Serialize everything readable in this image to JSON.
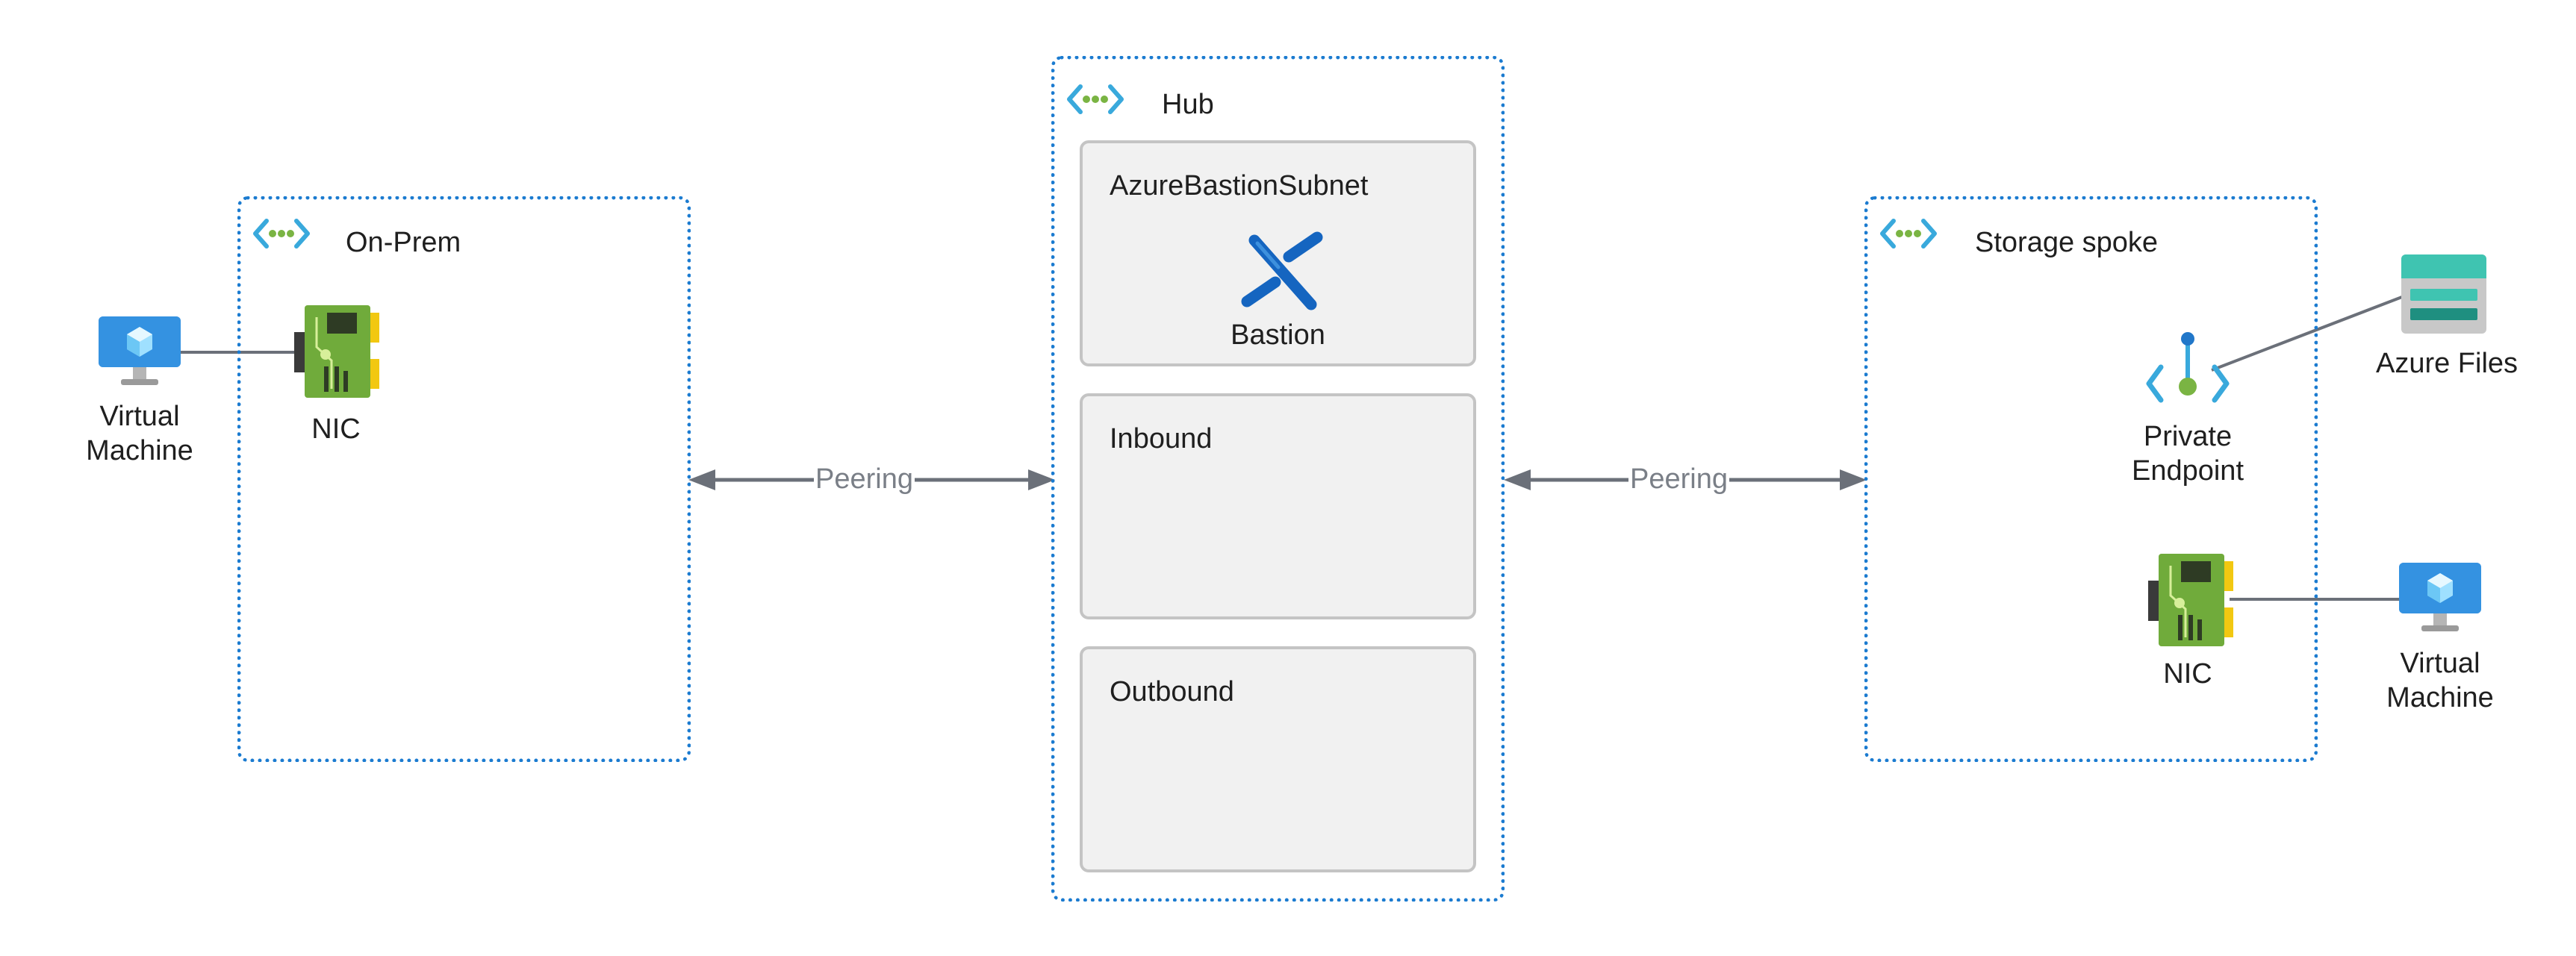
{
  "vnets": {
    "onprem": {
      "title": "On-Prem"
    },
    "hub": {
      "title": "Hub"
    },
    "spoke": {
      "title": "Storage spoke"
    }
  },
  "subnets": {
    "bastion": {
      "title": "AzureBastionSubnet",
      "resource_label": "Bastion"
    },
    "inbound": {
      "title": "Inbound"
    },
    "outbound": {
      "title": "Outbound"
    }
  },
  "resources": {
    "onprem_vm": {
      "label_line1": "Virtual",
      "label_line2": "Machine"
    },
    "onprem_nic": {
      "label": "NIC"
    },
    "private_endpoint": {
      "label_line1": "Private",
      "label_line2": "Endpoint"
    },
    "azure_files": {
      "label": "Azure Files"
    },
    "spoke_nic": {
      "label": "NIC"
    },
    "spoke_vm": {
      "label_line1": "Virtual",
      "label_line2": "Machine"
    }
  },
  "connections": {
    "peering_left": {
      "label": "Peering"
    },
    "peering_right": {
      "label": "Peering"
    }
  },
  "colors": {
    "vnet_border": "#1b7bd0",
    "subnet_fill": "#f1f1f1",
    "subnet_border": "#c4c4c4",
    "arrow": "#6b7079",
    "nic_green": "#7ab443",
    "bastion_blue": "#1565c0",
    "vm_blue": "#3b9be8"
  },
  "icons": [
    "vnet-icon",
    "virtual-machine-icon",
    "nic-icon",
    "bastion-icon",
    "private-endpoint-icon",
    "azure-files-icon"
  ]
}
